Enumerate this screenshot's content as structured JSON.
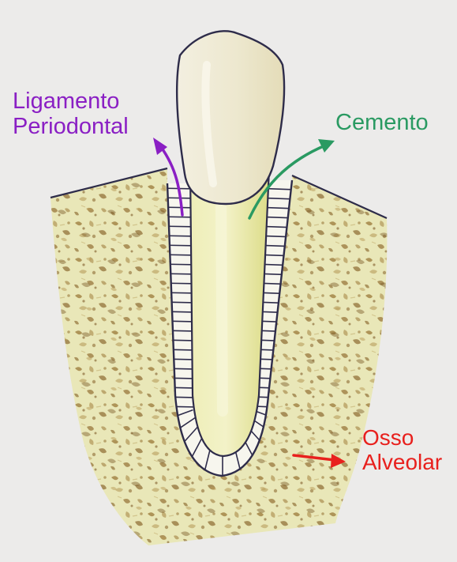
{
  "labels": {
    "ligamento": {
      "line1": "Ligamento",
      "line2": "Periodontal",
      "color": "#8a1fc4"
    },
    "cemento": {
      "text": "Cemento",
      "color": "#2a9a62"
    },
    "osso": {
      "line1": "Osso",
      "line2": "Alveolar",
      "color": "#e8201d"
    }
  },
  "colors": {
    "background": "#ecebea",
    "bone": "#e8e6b6",
    "bone_speckle": "#9c7a3a",
    "enamel": "#f2eedb",
    "root": "#eaeaa4",
    "outline": "#2e2c4a"
  }
}
